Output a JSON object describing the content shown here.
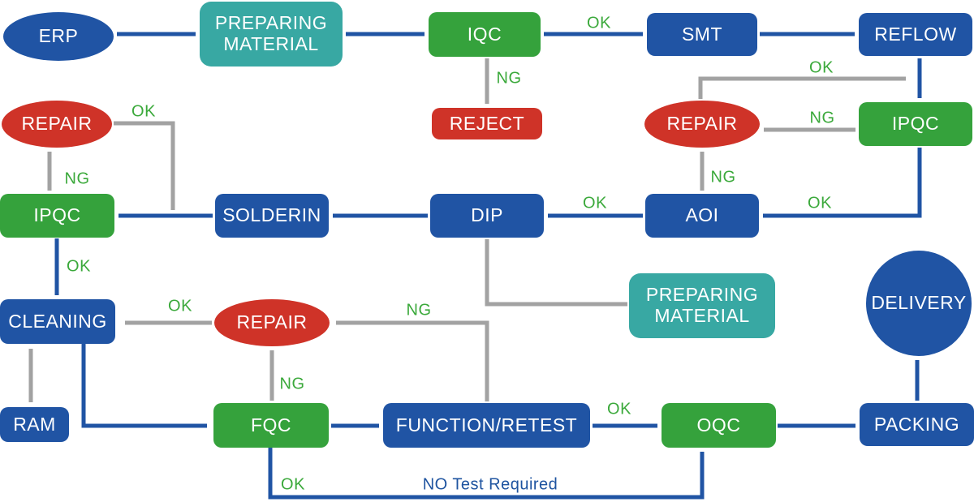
{
  "colors": {
    "blue": "#2054A4",
    "green": "#35A23C",
    "teal": "#38A8A3",
    "red": "#CF3328",
    "gray_arrow": "#A2A2A2",
    "label_green": "#3BA93B",
    "label_navy": "#1F54A0"
  },
  "nodes": {
    "erp": "ERP",
    "preparing_material_1": "PREPARING MATERIAL",
    "iqc": "IQC",
    "smt": "SMT",
    "reflow": "REFLOW",
    "reject": "REJECT",
    "repair_top": "REPAIR",
    "ipqc_right": "IPQC",
    "repair_left": "REPAIR",
    "ipqc_left": "IPQC",
    "solderin": "SOLDERIN",
    "dip": "DIP",
    "aoi": "AOI",
    "preparing_material_2": "PREPARING MATERIAL",
    "cleaning": "CLEANING",
    "repair_bottom": "REPAIR",
    "delivery": "DELIVERY",
    "ram": "RAM",
    "fqc": "FQC",
    "function_retest": "FUNCTION/RETEST",
    "oqc": "OQC",
    "packing": "PACKING"
  },
  "edge_labels": {
    "ok": "OK",
    "ng": "NG",
    "no_test_required": "NO Test Required"
  }
}
